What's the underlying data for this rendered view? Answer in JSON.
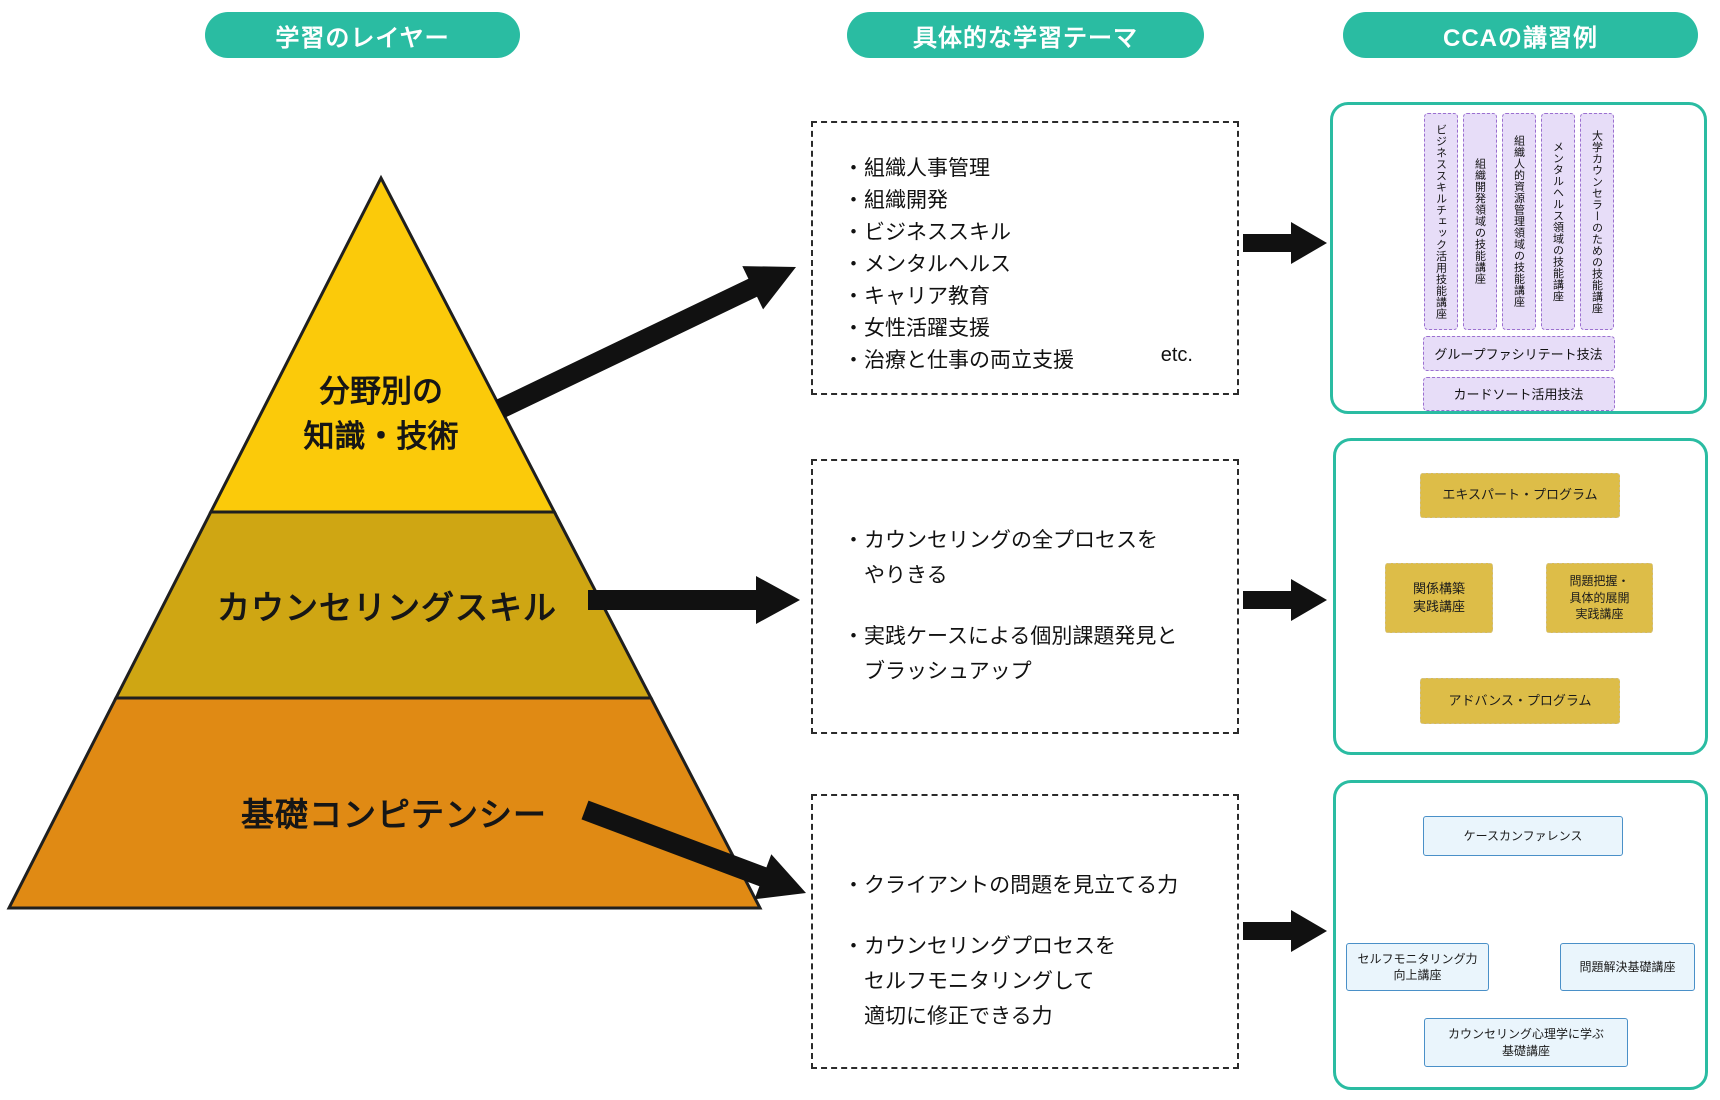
{
  "headers": {
    "layers": "学習のレイヤー",
    "themes": "具体的な学習テーマ",
    "examples": "CCAの講習例"
  },
  "pyramid": {
    "top": {
      "label": "分野別の\n知識・技術",
      "color": "#fbca0a"
    },
    "middle": {
      "label": "カウンセリングスキル",
      "color": "#cfa613"
    },
    "bottom": {
      "label": "基礎コンピテンシー",
      "color": "#e08a14"
    }
  },
  "themes": {
    "box1": {
      "items": [
        "・組織人事管理",
        "・組織開発",
        "・ビジネススキル",
        "・メンタルヘルス",
        "・キャリア教育",
        "・女性活躍支援",
        "・治療と仕事の両立支援"
      ],
      "etc_label": "etc."
    },
    "box2": {
      "items": [
        "・カウンセリングの全プロセスを\n　やりきる",
        "・実践ケースによる個別課題発見と\n　ブラッシュアップ"
      ]
    },
    "box3": {
      "items": [
        "・クライアントの問題を見立てる力",
        "・カウンセリングプロセスを\n　セルフモニタリングして\n　適切に修正できる力"
      ]
    }
  },
  "panels": {
    "panel1": {
      "vertical_courses": [
        "ビジネススキルチェック活用技能講座",
        "組織開発領域の技能講座",
        "組織人的資源管理領域の技能講座",
        "メンタルヘルス領域の技能講座",
        "大学カウンセラーのための技能講座"
      ],
      "horizontal_courses": [
        "グループファシリテート技法",
        "カードソート活用技法"
      ]
    },
    "panel2": {
      "expert": "エキスパート・プログラム",
      "relation": "関係構築\n実践講座",
      "problem": "問題把握・\n具体的展開\n実践講座",
      "advance": "アドバンス・プログラム"
    },
    "panel3": {
      "case_conf": "ケースカンファレンス",
      "self_mon": "セルフモニタリング力\n向上講座",
      "problem_solving": "問題解決基礎講座",
      "basic": "カウンセリング心理学に学ぶ\n基礎講座"
    }
  },
  "colors": {
    "teal": "#2abca2",
    "pyramid_top": "#fbca0a",
    "pyramid_middle": "#cfa613",
    "pyramid_bottom": "#e08a14",
    "lavender_bg": "#e7ddf8",
    "lavender_border": "#9b6fd0",
    "gold_bg": "#ddbd48",
    "blue_bg": "#eaf5fc",
    "blue_border": "#4a90c8",
    "arrow": "#111111"
  }
}
